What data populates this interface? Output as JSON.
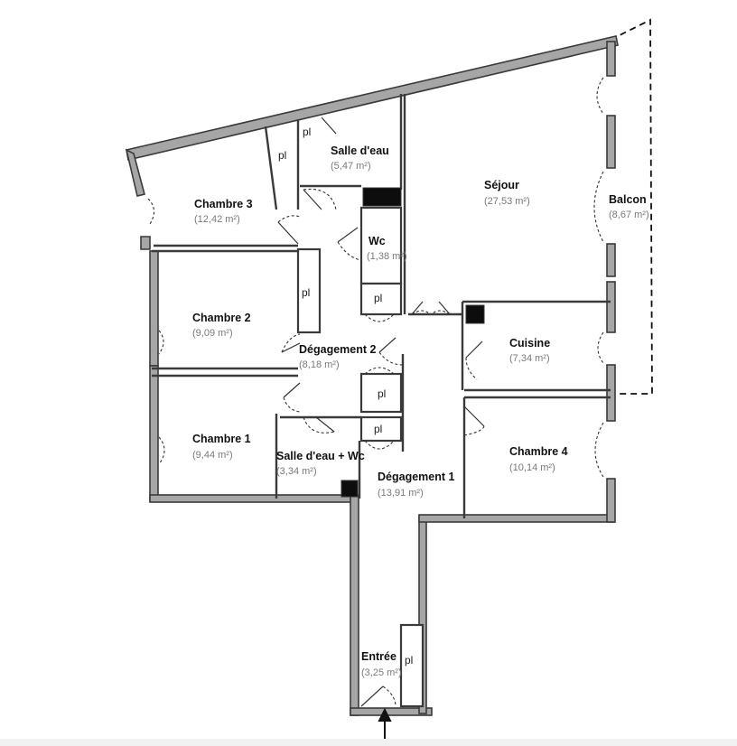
{
  "rooms": [
    {
      "id": "sejour",
      "name": "Séjour",
      "area": "(27,53 m²)"
    },
    {
      "id": "balcon",
      "name": "Balcon",
      "area": "(8,67 m²)"
    },
    {
      "id": "salle-eau",
      "name": "Salle d'eau",
      "area": "(5,47 m²)"
    },
    {
      "id": "chambre3",
      "name": "Chambre 3",
      "area": "(12,42 m²)"
    },
    {
      "id": "wc",
      "name": "Wc",
      "area": "(1,38 m²)"
    },
    {
      "id": "chambre2",
      "name": "Chambre 2",
      "area": "(9,09 m²)"
    },
    {
      "id": "degagement2",
      "name": "Dégagement 2",
      "area": "(8,18 m²)"
    },
    {
      "id": "cuisine",
      "name": "Cuisine",
      "area": "(7,34 m²)"
    },
    {
      "id": "chambre1",
      "name": "Chambre 1",
      "area": "(9,44 m²)"
    },
    {
      "id": "salle-eau-wc",
      "name": "Salle d'eau + Wc",
      "area": "(3,34 m²)"
    },
    {
      "id": "degagement1",
      "name": "Dégagement 1",
      "area": "(13,91 m²)"
    },
    {
      "id": "chambre4",
      "name": "Chambre 4",
      "area": "(10,14 m²)"
    },
    {
      "id": "entree",
      "name": "Entrée",
      "area": "(3,25 m²)"
    }
  ],
  "closet_label": "pl",
  "colors": {
    "wall_fill": "#a6a6a6",
    "wall_stroke": "#3a3a3a",
    "shaft": "#0d0d0d",
    "room_name": "#111111",
    "room_area": "#7a7a7a"
  },
  "icons": {
    "entrance": "arrow-up-icon"
  }
}
